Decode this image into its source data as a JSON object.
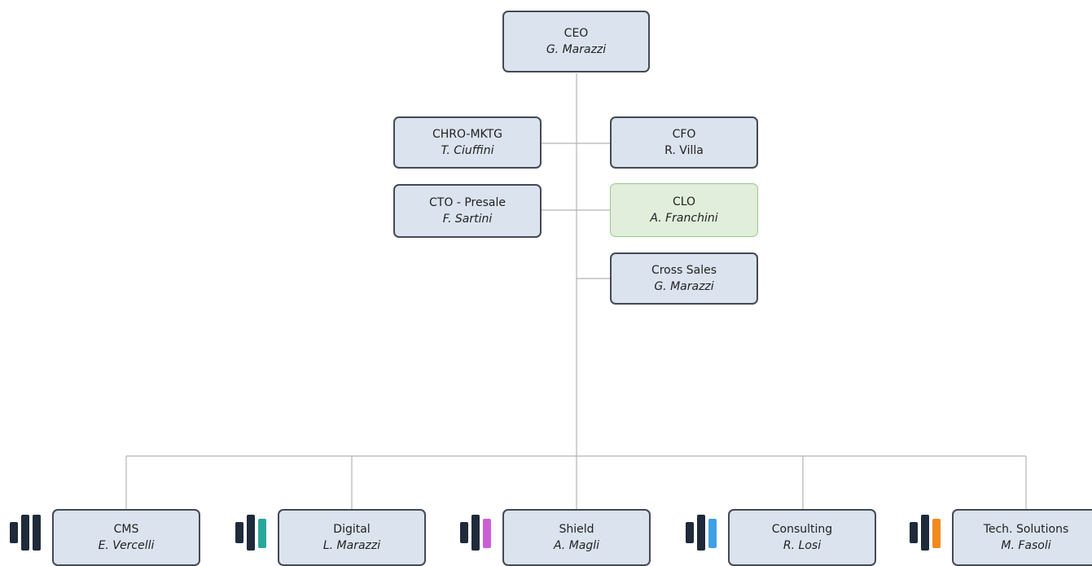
{
  "nodes": {
    "ceo": {
      "role": "CEO",
      "name": "G. Marazzi"
    },
    "chro": {
      "role": "CHRO-MKTG",
      "name": "T. Ciuffini"
    },
    "cfo": {
      "role": "CFO",
      "name": "R. Villa"
    },
    "cto": {
      "role": "CTO - Presale",
      "name": "F. Sartini"
    },
    "clo": {
      "role": "CLO",
      "name": "A. Franchini"
    },
    "cross_sales": {
      "role": "Cross Sales",
      "name": "G. Marazzi"
    },
    "cms": {
      "role": "CMS",
      "name": "E. Vercelli"
    },
    "digital": {
      "role": "Digital",
      "name": "L. Marazzi"
    },
    "shield": {
      "role": "Shield",
      "name": "A. Magli"
    },
    "consulting": {
      "role": "Consulting",
      "name": "R. Losi"
    },
    "tech_solutions": {
      "role": "Tech. Solutions",
      "name": "M. Fasoli"
    }
  },
  "colors": {
    "box_fill": "#dbe3ee",
    "box_border": "#454a52",
    "highlight_fill": "#e0eedb",
    "highlight_border": "#9bc68c",
    "connector": "#b4b4b4",
    "logo_dark": "#1f2a3a",
    "logo_accents": {
      "cms": "#1f2a3a",
      "digital": "#2aa79b",
      "shield": "#cc5fd6",
      "consulting": "#3ea1e3",
      "tech_solutions": "#f08a20"
    }
  }
}
